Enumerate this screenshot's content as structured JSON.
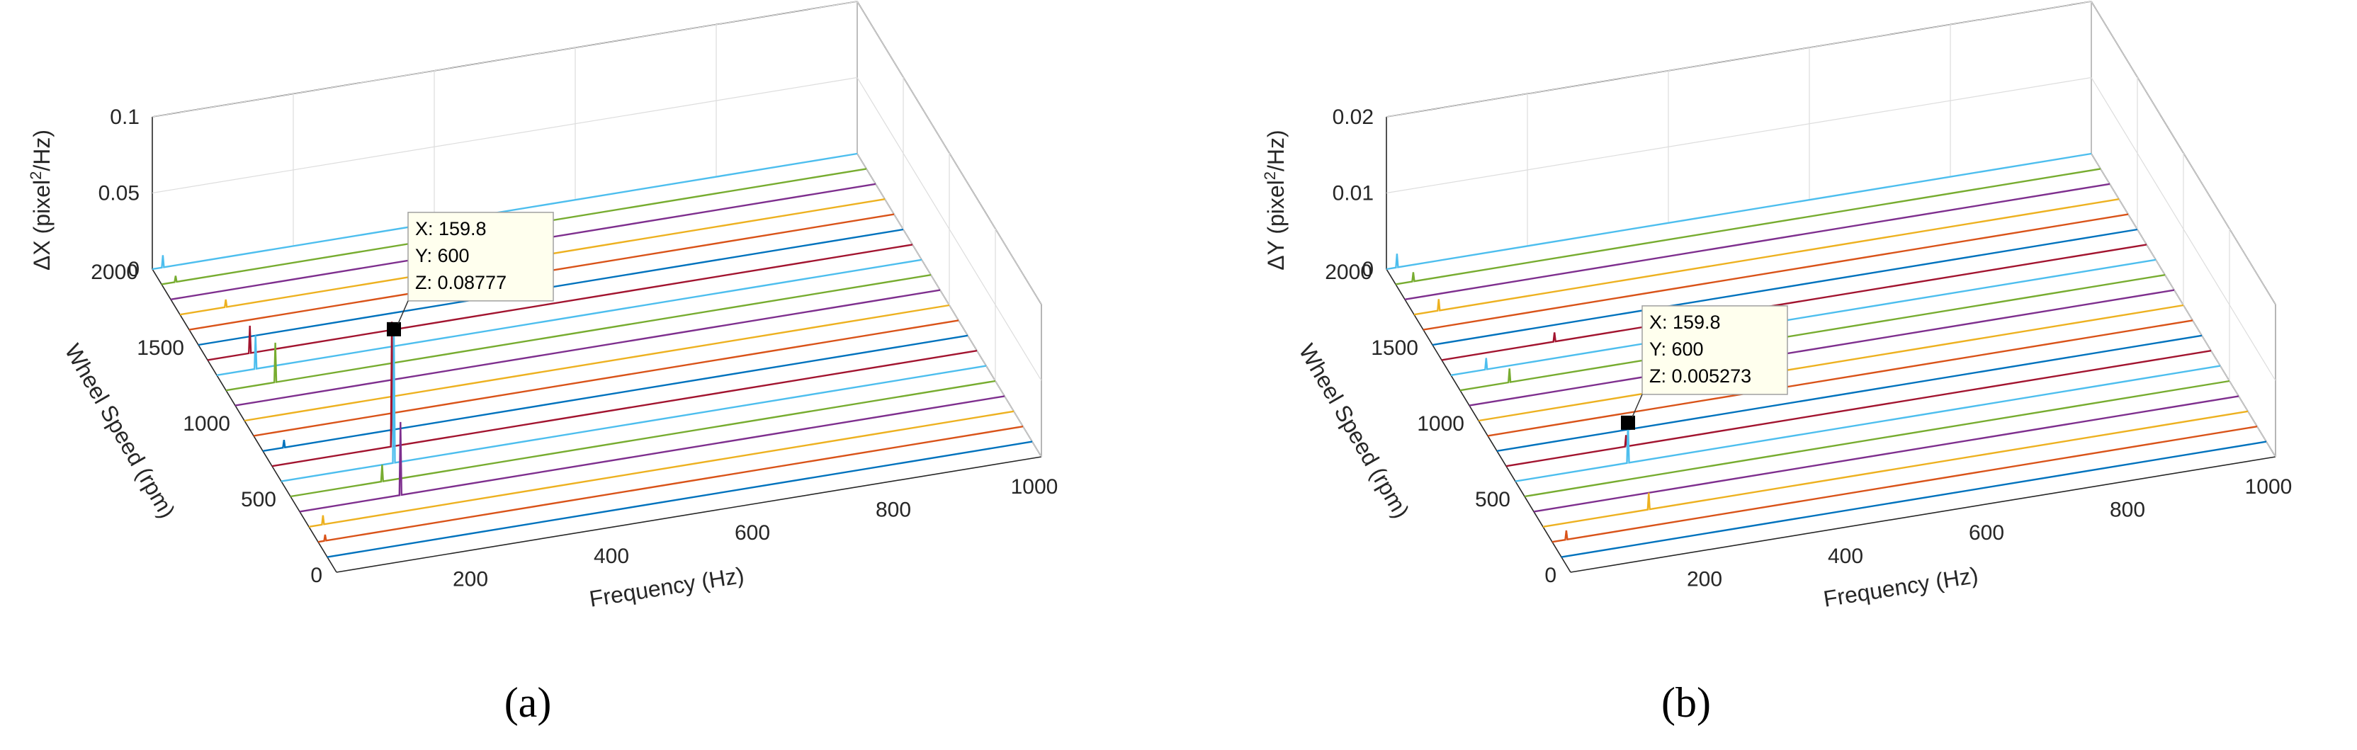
{
  "chart_data": [
    {
      "type": "waterfall",
      "caption": "(a)",
      "xlabel": "Frequency (Hz)",
      "ylabel": "Wheel Speed (rpm)",
      "zlabel_base": "ΔX (pixel",
      "zlabel_sup": "2",
      "zlabel_tail": "/Hz)",
      "xlim": [
        0,
        1000
      ],
      "ylim": [
        0,
        2000
      ],
      "zlim": [
        0,
        0.1
      ],
      "xticks": [
        "200",
        "400",
        "600",
        "800",
        "1000"
      ],
      "yticks": [
        "0",
        "500",
        "1000",
        "1500",
        "2000"
      ],
      "zticks": [
        "0",
        "0.05",
        "0.1"
      ],
      "grid": true,
      "series_speeds": [
        100,
        200,
        300,
        400,
        500,
        600,
        700,
        800,
        900,
        1000,
        1100,
        1200,
        1300,
        1400,
        1500,
        1600,
        1700,
        1800,
        1900,
        2000
      ],
      "peaks": [
        {
          "speed": 200,
          "freq": 10,
          "z": 0.004
        },
        {
          "speed": 300,
          "freq": 20,
          "z": 0.006
        },
        {
          "speed": 400,
          "freq": 143,
          "z": 0.048
        },
        {
          "speed": 500,
          "freq": 130,
          "z": 0.011
        },
        {
          "speed": 600,
          "freq": 159.8,
          "z": 0.08777
        },
        {
          "speed": 700,
          "freq": 170,
          "z": 0.082
        },
        {
          "speed": 800,
          "freq": 30,
          "z": 0.005
        },
        {
          "speed": 1200,
          "freq": 70,
          "z": 0.026
        },
        {
          "speed": 1300,
          "freq": 55,
          "z": 0.022
        },
        {
          "speed": 1400,
          "freq": 60,
          "z": 0.018
        },
        {
          "speed": 1700,
          "freq": 65,
          "z": 0.005
        },
        {
          "speed": 1900,
          "freq": 20,
          "z": 0.004
        },
        {
          "speed": 2000,
          "freq": 15,
          "z": 0.008
        }
      ],
      "datatip": {
        "x": "159.8",
        "y": "600",
        "z": "0.08777",
        "lines": [
          "X: 159.8",
          "Y: 600",
          "Z: 0.08777"
        ]
      }
    },
    {
      "type": "waterfall",
      "caption": "(b)",
      "xlabel": "Frequency (Hz)",
      "ylabel": "Wheel Speed (rpm)",
      "zlabel_base": "ΔY (pixel",
      "zlabel_sup": "2",
      "zlabel_tail": "/Hz)",
      "xlim": [
        0,
        1000
      ],
      "ylim": [
        0,
        2000
      ],
      "zlim": [
        0,
        0.02
      ],
      "xticks": [
        "200",
        "400",
        "600",
        "800",
        "1000"
      ],
      "yticks": [
        "0",
        "500",
        "1000",
        "1500",
        "2000"
      ],
      "zticks": [
        "0",
        "0.01",
        "0.02"
      ],
      "grid": true,
      "series_speeds": [
        100,
        200,
        300,
        400,
        500,
        600,
        700,
        800,
        900,
        1000,
        1100,
        1200,
        1300,
        1400,
        1500,
        1600,
        1700,
        1800,
        1900,
        2000
      ],
      "peaks": [
        {
          "speed": 200,
          "freq": 20,
          "z": 0.0012
        },
        {
          "speed": 300,
          "freq": 150,
          "z": 0.0022
        },
        {
          "speed": 600,
          "freq": 159.8,
          "z": 0.005273
        },
        {
          "speed": 700,
          "freq": 170,
          "z": 0.0015
        },
        {
          "speed": 1200,
          "freq": 70,
          "z": 0.0018
        },
        {
          "speed": 1300,
          "freq": 50,
          "z": 0.0015
        },
        {
          "speed": 1400,
          "freq": 160,
          "z": 0.0012
        },
        {
          "speed": 1700,
          "freq": 35,
          "z": 0.0015
        },
        {
          "speed": 1900,
          "freq": 25,
          "z": 0.0012
        },
        {
          "speed": 2000,
          "freq": 15,
          "z": 0.0018
        }
      ],
      "datatip": {
        "x": "159.8",
        "y": "600",
        "z": "0.005273",
        "lines": [
          "X: 159.8",
          "Y: 600",
          "Z: 0.005273"
        ]
      }
    }
  ],
  "colors": {
    "series": [
      "#0072BD",
      "#D95319",
      "#EDB120",
      "#7E2F8E",
      "#77AC30",
      "#4DBEEE",
      "#A2142F"
    ],
    "box": "#262626",
    "grid": "#dddddd",
    "tip_bg": "#ffffee",
    "tip_border": "#a0a0a0",
    "marker": "#000000"
  }
}
